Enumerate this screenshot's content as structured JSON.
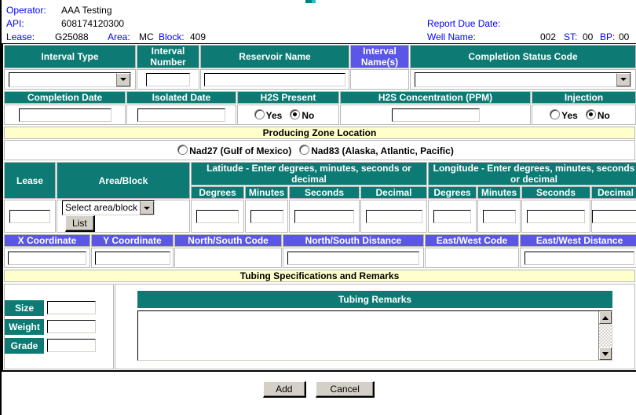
{
  "header": {
    "operator_label": "Operator:",
    "operator_value": "AAA Testing",
    "api_label": "API:",
    "api_value": "608174120300",
    "lease_label": "Lease:",
    "lease_value": "G25088",
    "area_label": "Area:",
    "area_value": "MC",
    "block_label": "Block:",
    "block_value": "409",
    "report_due_label": "Report Due Date:",
    "report_due_value": "",
    "well_name_label": "Well Name:",
    "well_name_value": "002",
    "st_label": "ST:",
    "st_value": "00",
    "bp_label": "BP:",
    "bp_value": "00"
  },
  "interval_row": {
    "interval_type_header": "Interval Type",
    "interval_type_value": "",
    "interval_number_header": "Interval Number",
    "interval_number_value": "",
    "reservoir_name_header": "Reservoir Name",
    "reservoir_name_value": "",
    "interval_names_header": "Interval Name(s)",
    "interval_names_value": "",
    "completion_status_header": "Completion Status Code",
    "completion_status_value": ""
  },
  "detail_row": {
    "completion_date_header": "Completion Date",
    "completion_date_value": "",
    "isolated_date_header": "Isolated Date",
    "isolated_date_value": "",
    "h2s_present_header": "H2S Present",
    "h2s_yes": "Yes",
    "h2s_no": "No",
    "h2s_selected": "No",
    "h2s_concentration_header": "H2S Concentration (PPM)",
    "h2s_concentration_value": "",
    "injection_header": "Injection",
    "injection_yes": "Yes",
    "injection_no": "No",
    "injection_selected": "No"
  },
  "producing_zone": {
    "band_title": "Producing Zone Location",
    "nad27_label": "Nad27 (Gulf of Mexico)",
    "nad83_label": "Nad83 (Alaska, Atlantic, Pacific)",
    "selected": ""
  },
  "location": {
    "lease_header": "Lease",
    "lease_value": "",
    "area_block_header": "Area/Block",
    "area_block_selected": "Select area/block",
    "list_button": "List",
    "latitude_header": "Latitude - Enter degrees, minutes, seconds or decimal",
    "longitude_header": "Longitude - Enter degrees, minutes, seconds or decimal",
    "sub_headers": [
      "Degrees",
      "Minutes",
      "Seconds",
      "Decimal"
    ],
    "lat_values": [
      "",
      "",
      "",
      ""
    ],
    "lon_values": [
      "",
      "",
      "",
      ""
    ]
  },
  "coordinates": {
    "headers": [
      "X Coordinate",
      "Y Coordinate",
      "North/South Code",
      "North/South Distance",
      "East/West Code",
      "East/West Distance"
    ],
    "x_value": "",
    "y_value": "",
    "ns_code_value": "",
    "ns_distance_value": "",
    "ew_code_value": "",
    "ew_distance_value": ""
  },
  "tubing": {
    "band_title": "Tubing Specifications and Remarks",
    "size_label": "Size",
    "size_value": "",
    "weight_label": "Weight",
    "weight_value": "",
    "grade_label": "Grade",
    "grade_value": "",
    "remarks_header": "Tubing Remarks",
    "remarks_value": ""
  },
  "actions": {
    "add_label": "Add",
    "cancel_label": "Cancel"
  },
  "colors": {
    "teal": "#0d7a74",
    "purple": "#5b55e8",
    "band_yellow": "#ffffcc",
    "label_blue": "#0000ff"
  }
}
